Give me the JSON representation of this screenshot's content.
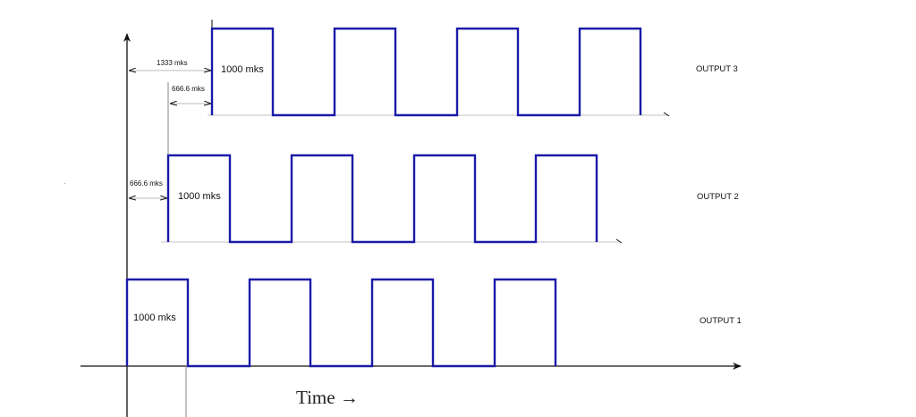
{
  "diagram": {
    "type": "timing-diagram",
    "time_axis_label": "Time →",
    "wave_color": "#1a1aa8",
    "axis_color": "#111111",
    "guide_color": "#999999",
    "outputs": [
      {
        "name": "OUTPUT 1",
        "pulse_label": "1000 mks",
        "baseline_y": 410,
        "high_y": 313,
        "edges": [
          [
            142,
            210
          ],
          [
            279,
            347
          ],
          [
            416,
            484
          ],
          [
            553,
            621
          ]
        ]
      },
      {
        "name": "OUTPUT 2",
        "pulse_label": "1000 mks",
        "delay_label": "666.6 mks",
        "baseline_y": 271,
        "high_y": 174,
        "edges": [
          [
            188,
            257
          ],
          [
            326,
            394
          ],
          [
            463,
            531
          ],
          [
            599,
            667
          ]
        ]
      },
      {
        "name": "OUTPUT 3",
        "pulse_label": "1000 mks",
        "delay_label": "1333 mks",
        "relative_delay_label": "666.6 mks",
        "baseline_y": 129,
        "high_y": 32,
        "edges": [
          [
            237,
            305
          ],
          [
            374,
            442
          ],
          [
            511,
            579
          ],
          [
            648,
            716
          ]
        ]
      }
    ]
  },
  "chart_data": {
    "type": "line",
    "title": "",
    "xlabel": "Time",
    "ylabel": "",
    "series": [
      {
        "name": "OUTPUT 1",
        "pulse_width_mks": 1000,
        "delay_mks": 0,
        "pulses": 4
      },
      {
        "name": "OUTPUT 2",
        "pulse_width_mks": 1000,
        "delay_mks": 666.6,
        "pulses": 4
      },
      {
        "name": "OUTPUT 3",
        "pulse_width_mks": 1000,
        "delay_mks": 1333,
        "pulses": 4
      }
    ],
    "annotations": [
      "1333 mks",
      "666.6 mks",
      "666.6 mks",
      "1000 mks",
      "1000 mks",
      "1000 mks"
    ]
  }
}
